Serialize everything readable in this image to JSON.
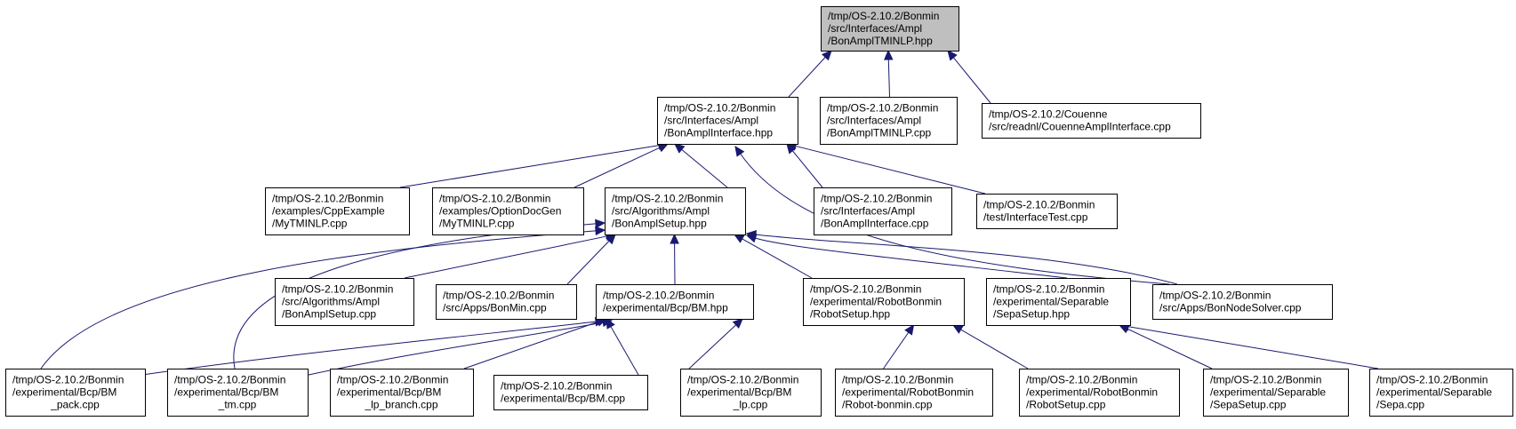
{
  "colors": {
    "edge": "#191970",
    "root_fill": "#bfbfbf",
    "node_fill": "#ffffff",
    "node_border": "#000000"
  },
  "nodes": [
    {
      "id": "n0",
      "lines": [
        "/tmp/OS-2.10.2/Bonmin",
        "/src/Interfaces/Ampl",
        "/BonAmplTMINLP.hpp"
      ],
      "root": true
    },
    {
      "id": "n1",
      "lines": [
        "/tmp/OS-2.10.2/Bonmin",
        "/src/Interfaces/Ampl",
        "/BonAmplInterface.hpp"
      ]
    },
    {
      "id": "n2",
      "lines": [
        "/tmp/OS-2.10.2/Bonmin",
        "/src/Interfaces/Ampl",
        "/BonAmplTMINLP.cpp"
      ]
    },
    {
      "id": "n3",
      "lines": [
        "/tmp/OS-2.10.2/Couenne",
        "/src/readnl/CouenneAmplInterface.cpp"
      ]
    },
    {
      "id": "n4",
      "lines": [
        "/tmp/OS-2.10.2/Bonmin",
        "/examples/CppExample",
        "/MyTMINLP.cpp"
      ]
    },
    {
      "id": "n5",
      "lines": [
        "/tmp/OS-2.10.2/Bonmin",
        "/examples/OptionDocGen",
        "/MyTMINLP.cpp"
      ]
    },
    {
      "id": "n6",
      "lines": [
        "/tmp/OS-2.10.2/Bonmin",
        "/src/Algorithms/Ampl",
        "/BonAmplSetup.hpp"
      ]
    },
    {
      "id": "n7",
      "lines": [
        "/tmp/OS-2.10.2/Bonmin",
        "/src/Interfaces/Ampl",
        "/BonAmplInterface.cpp"
      ]
    },
    {
      "id": "n8",
      "lines": [
        "/tmp/OS-2.10.2/Bonmin",
        "/test/InterfaceTest.cpp"
      ]
    },
    {
      "id": "n9",
      "lines": [
        "/tmp/OS-2.10.2/Bonmin",
        "/src/Algorithms/Ampl",
        "/BonAmplSetup.cpp"
      ]
    },
    {
      "id": "n10",
      "lines": [
        "/tmp/OS-2.10.2/Bonmin",
        "/src/Apps/BonMin.cpp"
      ]
    },
    {
      "id": "n11",
      "lines": [
        "/tmp/OS-2.10.2/Bonmin",
        "/experimental/Bcp/BM.hpp"
      ]
    },
    {
      "id": "n12",
      "lines": [
        "/tmp/OS-2.10.2/Bonmin",
        "/experimental/RobotBonmin",
        "/RobotSetup.hpp"
      ]
    },
    {
      "id": "n13",
      "lines": [
        "/tmp/OS-2.10.2/Bonmin",
        "/experimental/Separable",
        "/SepaSetup.hpp"
      ]
    },
    {
      "id": "n14",
      "lines": [
        "/tmp/OS-2.10.2/Bonmin",
        "/src/Apps/BonNodeSolver.cpp"
      ]
    },
    {
      "id": "n15",
      "lines": [
        "/tmp/OS-2.10.2/Bonmin",
        "/experimental/Bcp/BM",
        "_pack.cpp"
      ]
    },
    {
      "id": "n16",
      "lines": [
        "/tmp/OS-2.10.2/Bonmin",
        "/experimental/Bcp/BM",
        "_tm.cpp"
      ]
    },
    {
      "id": "n17",
      "lines": [
        "/tmp/OS-2.10.2/Bonmin",
        "/experimental/Bcp/BM",
        "_lp_branch.cpp"
      ]
    },
    {
      "id": "n18",
      "lines": [
        "/tmp/OS-2.10.2/Bonmin",
        "/experimental/Bcp/BM.cpp"
      ]
    },
    {
      "id": "n19",
      "lines": [
        "/tmp/OS-2.10.2/Bonmin",
        "/experimental/Bcp/BM",
        "_lp.cpp"
      ]
    },
    {
      "id": "n20",
      "lines": [
        "/tmp/OS-2.10.2/Bonmin",
        "/experimental/RobotBonmin",
        "/Robot-bonmin.cpp"
      ]
    },
    {
      "id": "n21",
      "lines": [
        "/tmp/OS-2.10.2/Bonmin",
        "/experimental/RobotBonmin",
        "/RobotSetup.cpp"
      ]
    },
    {
      "id": "n22",
      "lines": [
        "/tmp/OS-2.10.2/Bonmin",
        "/experimental/Separable",
        "/SepaSetup.cpp"
      ]
    },
    {
      "id": "n23",
      "lines": [
        "/tmp/OS-2.10.2/Bonmin",
        "/experimental/Separable",
        "/Sepa.cpp"
      ]
    }
  ],
  "edges": [
    [
      "n1",
      "n0"
    ],
    [
      "n2",
      "n0"
    ],
    [
      "n3",
      "n0"
    ],
    [
      "n4",
      "n1"
    ],
    [
      "n5",
      "n1"
    ],
    [
      "n6",
      "n1"
    ],
    [
      "n7",
      "n1"
    ],
    [
      "n8",
      "n1"
    ],
    [
      "n14",
      "n1"
    ],
    [
      "n9",
      "n6"
    ],
    [
      "n10",
      "n6"
    ],
    [
      "n11",
      "n6"
    ],
    [
      "n12",
      "n6"
    ],
    [
      "n13",
      "n6"
    ],
    [
      "n14",
      "n6"
    ],
    [
      "n15",
      "n6"
    ],
    [
      "n16",
      "n6"
    ],
    [
      "n15",
      "n11"
    ],
    [
      "n16",
      "n11"
    ],
    [
      "n17",
      "n11"
    ],
    [
      "n18",
      "n11"
    ],
    [
      "n19",
      "n11"
    ],
    [
      "n20",
      "n12"
    ],
    [
      "n21",
      "n12"
    ],
    [
      "n22",
      "n13"
    ],
    [
      "n23",
      "n13"
    ]
  ]
}
